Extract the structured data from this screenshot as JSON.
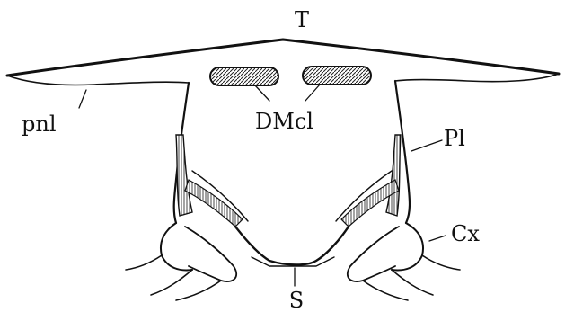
{
  "figure": {
    "labels": {
      "tergum": "T",
      "paranotal_lobe": "pnl",
      "dorsal_muscles": "DMcl",
      "pleuron": "Pl",
      "coxa": "Cx",
      "sternum": "S"
    }
  }
}
